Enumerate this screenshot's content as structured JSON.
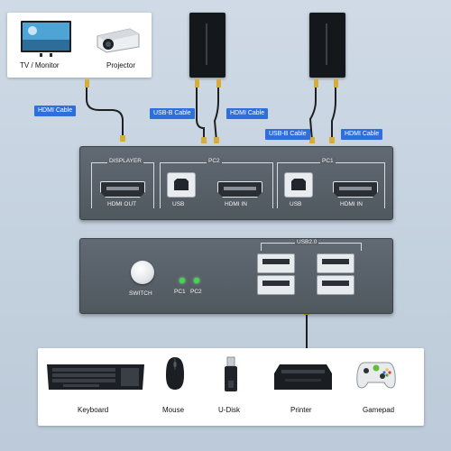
{
  "displays": {
    "tv_label": "TV / Monitor",
    "projector_label": "Projector"
  },
  "cables": {
    "hdmi_left": "HDMI Cable",
    "usbb_pc2": "USB-B Cable",
    "hdmi_pc2": "HDMI Cable",
    "usbb_pc1": "USB-B Cable",
    "hdmi_pc1": "HDMI Cable"
  },
  "rear_panel": {
    "displayer_title": "DISPLAYER",
    "hdmi_out": "HDMI OUT",
    "pc2_title": "PC2",
    "pc2_usb": "USB",
    "pc2_hdmi_in": "HDMI IN",
    "pc1_title": "PC1",
    "pc1_usb": "USB",
    "pc1_hdmi_in": "HDMI IN"
  },
  "front_panel": {
    "switch_label": "SWITCH",
    "led_pc1": "PC1",
    "led_pc2": "PC2",
    "usb_title": "USB2.0"
  },
  "peripherals": [
    {
      "label": "Keyboard",
      "icon": "keyboard-icon"
    },
    {
      "label": "Mouse",
      "icon": "mouse-icon"
    },
    {
      "label": "U-Disk",
      "icon": "usb-drive-icon"
    },
    {
      "label": "Printer",
      "icon": "printer-icon"
    },
    {
      "label": "Gamepad",
      "icon": "gamepad-icon"
    }
  ],
  "colors": {
    "background": "#c8d4e1",
    "device_body": "#5a6269",
    "cable_tag": "#2f6fdc",
    "led": "#44d84a"
  }
}
